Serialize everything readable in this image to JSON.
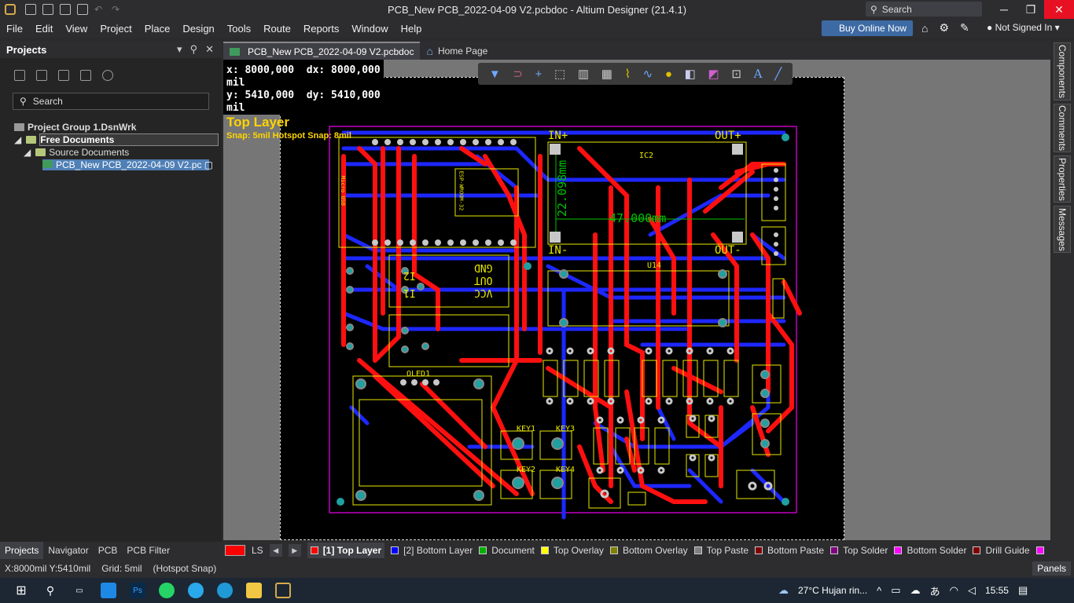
{
  "window": {
    "title": "PCB_New PCB_2022-04-09 V2.pcbdoc - Altium Designer (21.4.1)",
    "search_placeholder": "Search",
    "buttons": {
      "minimize": "─",
      "maximize": "❐",
      "close": "✕"
    }
  },
  "menu": {
    "items": [
      "File",
      "Edit",
      "View",
      "Project",
      "Place",
      "Design",
      "Tools",
      "Route",
      "Reports",
      "Window",
      "Help"
    ],
    "buy_label": "Buy Online Now",
    "sign_in": "Not Signed In"
  },
  "projects_panel": {
    "title": "Projects",
    "search_placeholder": "Search",
    "tree": {
      "group": "Project Group 1.DsnWrk",
      "free_docs": "Free Documents",
      "source_docs": "Source Documents",
      "file": "PCB_New PCB_2022-04-09 V2.pc"
    }
  },
  "doc_tabs": {
    "active": "PCB_New PCB_2022-04-09 V2.pcbdoc",
    "home": "Home Page"
  },
  "hud": {
    "x": "x:  8000,000",
    "dx": "dx:  8000,000 mil",
    "y": "y:  5410,000",
    "dy": "dy:  5410,000 mil",
    "layer": "Top Layer",
    "snap": "Snap: 5mil Hotspot Snap: 8mil"
  },
  "pcb_labels": {
    "in_plus": "IN+",
    "out_plus": "OUT+",
    "in_minus": "IN-",
    "out_minus": "OUT-",
    "ic2": "IC2",
    "dim_h": "47.000mm",
    "dim_v": "22.098mm",
    "u14": "U14",
    "oled": "OLED1",
    "key1": "KEY1",
    "key2": "KEY2",
    "key3": "KEY3",
    "key4": "KEY4",
    "gnd": "GND",
    "out": "OUT",
    "vcc": "VCC",
    "io1": "I2",
    "io2": "I1",
    "esp": "ESP-WROOM-32",
    "micro_usb": "Micro USB"
  },
  "side_tabs": [
    "Components",
    "Comments",
    "Properties",
    "Messages"
  ],
  "panel_tabs": [
    "Projects",
    "Navigator",
    "PCB",
    "PCB Filter"
  ],
  "layer_bar": {
    "ls": "LS",
    "layers": [
      {
        "name": "[1] Top Layer",
        "color": "#ff0000"
      },
      {
        "name": "[2] Bottom Layer",
        "color": "#0000ff"
      },
      {
        "name": "Document",
        "color": "#00b000"
      },
      {
        "name": "Top Overlay",
        "color": "#ffff00"
      },
      {
        "name": "Bottom Overlay",
        "color": "#808000"
      },
      {
        "name": "Top Paste",
        "color": "#808080"
      },
      {
        "name": "Bottom Paste",
        "color": "#800000"
      },
      {
        "name": "Top Solder",
        "color": "#800080"
      },
      {
        "name": "Bottom Solder",
        "color": "#ff00ff"
      },
      {
        "name": "Drill Guide",
        "color": "#800000"
      }
    ]
  },
  "status": {
    "coords": "X:8000mil Y:5410mil",
    "grid": "Grid: 5mil",
    "snap": "(Hotspot Snap)",
    "panels": "Panels"
  },
  "taskbar": {
    "weather": "27°C  Hujan rin...",
    "time": "15:55"
  }
}
